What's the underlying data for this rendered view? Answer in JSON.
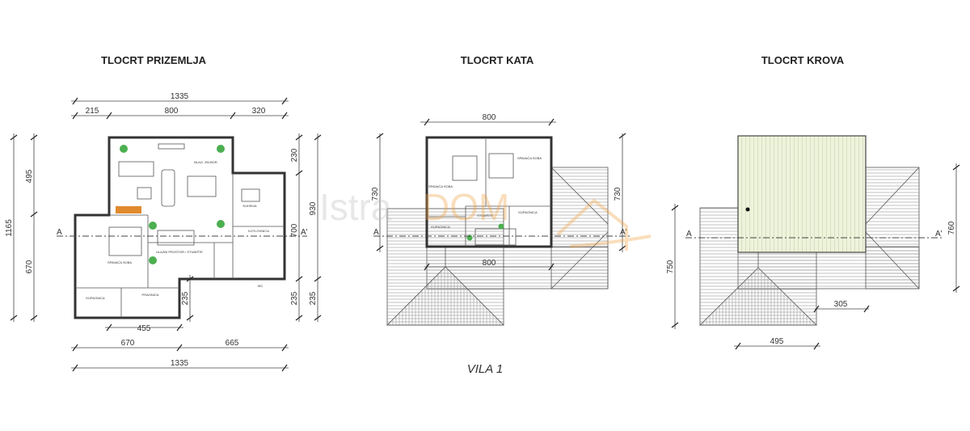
{
  "titles": {
    "ground": "TLOCRT PRIZEMLJA",
    "upper": "TLOCRT KATA",
    "roof": "TLOCRT KROVA"
  },
  "caption": "VILA 1",
  "watermark": {
    "text_a": "Istra",
    "text_b": "DOM"
  },
  "section_label": {
    "left": "A",
    "right": "A'"
  },
  "ground": {
    "dims": {
      "total_top": "1335",
      "top_a": "215",
      "top_b": "800",
      "top_c": "320",
      "left_total": "1165",
      "left_a": "495",
      "left_b": "670",
      "right_a": "230",
      "right_b": "700",
      "right_c": "235",
      "right_total": "930",
      "right_d": "235",
      "inner_235": "235",
      "bottom_inner": "455",
      "bottom_a": "670",
      "bottom_b": "665",
      "bottom_total": "1335"
    },
    "rooms": [
      "BLAG. ZM.BOR.",
      "KUHINJA",
      "KOTLOVNICA",
      "ULAZNI PROSTOR / STUBIŠTE",
      "SPAVAĆA SOBA",
      "KUPAONICA",
      "PRAONICA",
      "WC"
    ]
  },
  "upper": {
    "dims": {
      "top": "800",
      "left": "730",
      "right": "730",
      "roof_800": "800"
    },
    "rooms": [
      "SPAVAĆA SOBA",
      "SPAVAĆA SOBA",
      "STUBIŠTE",
      "KUPAONICA",
      "KUPAONICA"
    ]
  },
  "roof": {
    "dims": {
      "right": "760",
      "left": "750",
      "inner": "305",
      "bottom": "495"
    }
  },
  "colors": {
    "flat_roof": "#eef3dc",
    "green_marker": "#4caf50",
    "fireplace": "#e08a2c",
    "watermark_orange": "#f0a040"
  }
}
